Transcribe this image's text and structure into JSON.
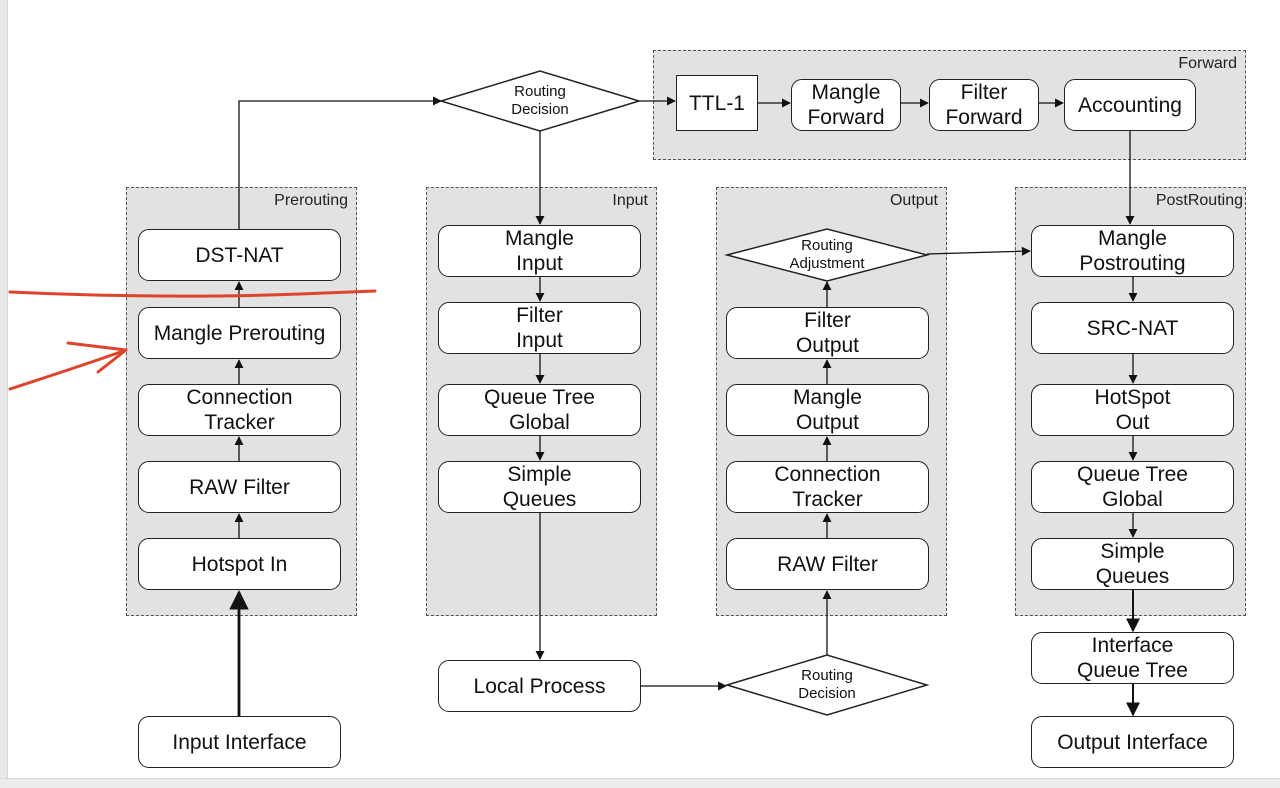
{
  "groups": {
    "forward": "Forward",
    "prerouting": "Prerouting",
    "input": "Input",
    "output": "Output",
    "postrouting": "PostRouting"
  },
  "forward": {
    "ttl": "TTL-1",
    "mangle": "Mangle\nForward",
    "filter": "Filter\nForward",
    "accounting": "Accounting"
  },
  "prerouting": {
    "dstnat": "DST-NAT",
    "mangle": "Mangle Prerouting",
    "conntrack": "Connection\nTracker",
    "raw": "RAW Filter",
    "hotspot": "Hotspot In"
  },
  "input": {
    "mangle": "Mangle\nInput",
    "filter": "Filter\nInput",
    "queue_tree": "Queue Tree\nGlobal",
    "simple_queues": "Simple\nQueues"
  },
  "output": {
    "routing_adjustment": "Routing\nAdjustment",
    "filter": "Filter\nOutput",
    "mangle": "Mangle\nOutput",
    "conntrack": "Connection\nTracker",
    "raw": "RAW Filter"
  },
  "postrouting": {
    "mangle": "Mangle\nPostrouting",
    "srcnat": "SRC-NAT",
    "hotspot": "HotSpot\nOut",
    "queue_tree": "Queue Tree\nGlobal",
    "simple_queues": "Simple\nQueues"
  },
  "routing_decision_top": "Routing\nDecision",
  "routing_decision_bottom": "Routing\nDecision",
  "input_interface": "Input Interface",
  "local_process": "Local Process",
  "interface_queue_tree": "Interface\nQueue Tree",
  "output_interface": "Output Interface",
  "annotation_color": "#e0432b"
}
